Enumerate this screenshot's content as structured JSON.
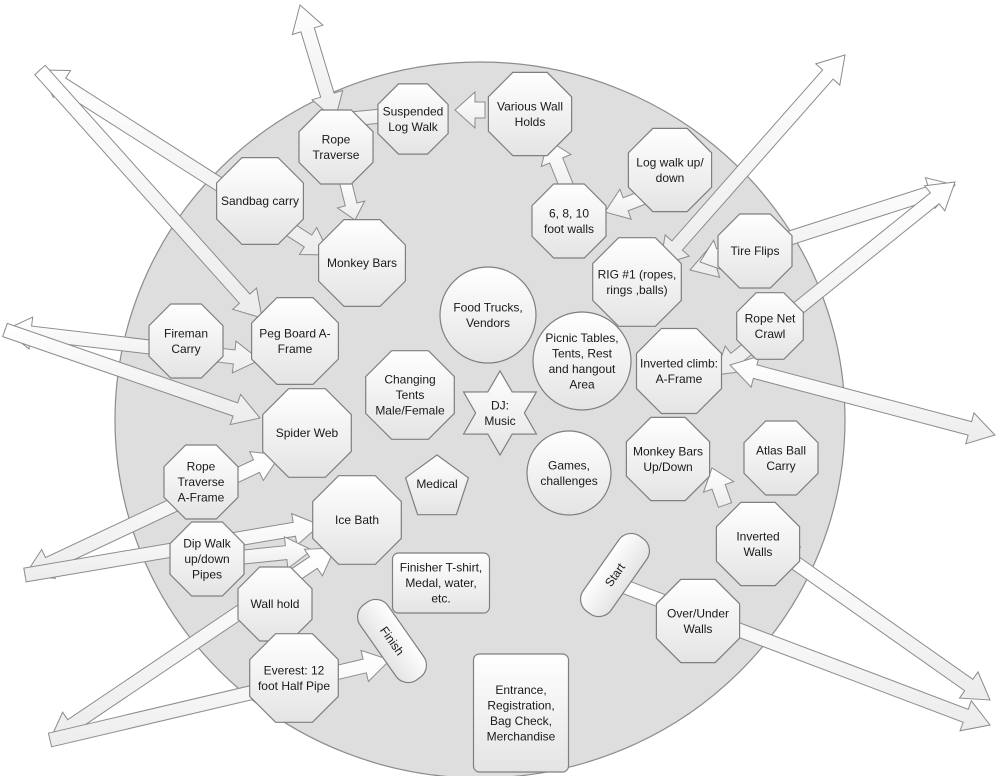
{
  "diagram": {
    "nodes": {
      "suspended_log_walk": "Suspended Log Walk",
      "various_wall_holds": "Various Wall Holds",
      "rope_traverse": "Rope Traverse",
      "sandbag_carry": "Sandbag carry",
      "log_walk_up_down": "Log walk up/ down",
      "six_eight_ten_walls": "6, 8, 10 foot walls",
      "monkey_bars": "Monkey Bars",
      "tire_flips": "Tire Flips",
      "rig_1": "RIG #1 (ropes, rings ,balls)",
      "rope_net_crawl": "Rope Net Crawl",
      "fireman_carry": "Fireman Carry",
      "peg_board_a_frame": "Peg Board A-Frame",
      "food_trucks": "Food Trucks, Vendors",
      "picnic_tables": "Picnic Tables, Tents, Rest and hangout Area",
      "inverted_climb": "Inverted climb: A-Frame",
      "changing_tents": "Changing Tents Male/Female",
      "dj_music": "DJ: Music",
      "spider_web": "Spider Web",
      "monkey_bars_up_down": "Monkey Bars Up/Down",
      "atlas_ball_carry": "Atlas Ball Carry",
      "rope_traverse_a_frame": "Rope Traverse A-Frame",
      "games": "Games, challenges",
      "medical": "Medical",
      "ice_bath": "Ice Bath",
      "inverted_walls": "Inverted Walls",
      "dip_walk": "Dip Walk up/down Pipes",
      "finisher": "Finisher T-shirt, Medal, water, etc.",
      "start": "Start",
      "wall_hold": "Wall hold",
      "finish": "Finish",
      "over_under_walls": "Over/Under Walls",
      "everest": "Everest: 12 foot Half Pipe",
      "entrance": "Entrance, Registration, Bag Check, Merchandise"
    }
  }
}
